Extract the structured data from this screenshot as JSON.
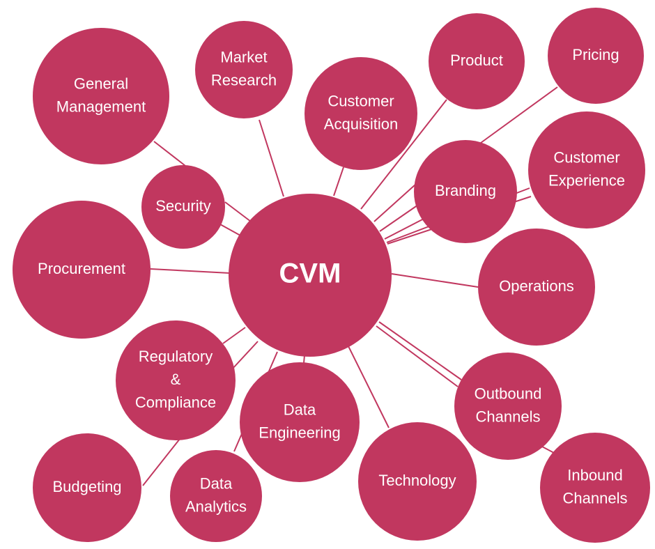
{
  "diagram": {
    "title": "",
    "center": {
      "id": "cvm",
      "lines": [
        "CVM"
      ]
    },
    "nodes": [
      {
        "id": "general-management",
        "lines": [
          "General",
          "Management"
        ]
      },
      {
        "id": "market-research",
        "lines": [
          "Market",
          "Research"
        ]
      },
      {
        "id": "customer-acquisition",
        "lines": [
          "Customer",
          "Acquisition"
        ]
      },
      {
        "id": "product",
        "lines": [
          "Product"
        ]
      },
      {
        "id": "pricing",
        "lines": [
          "Pricing"
        ]
      },
      {
        "id": "security",
        "lines": [
          "Security"
        ]
      },
      {
        "id": "branding",
        "lines": [
          "Branding"
        ]
      },
      {
        "id": "customer-experience",
        "lines": [
          "Customer",
          "Experience"
        ]
      },
      {
        "id": "procurement",
        "lines": [
          "Procurement"
        ]
      },
      {
        "id": "operations",
        "lines": [
          "Operations"
        ]
      },
      {
        "id": "regulatory-compliance",
        "lines": [
          "Regulatory",
          "&",
          "Compliance"
        ]
      },
      {
        "id": "data-engineering",
        "lines": [
          "Data",
          "Engineering"
        ]
      },
      {
        "id": "outbound-channels",
        "lines": [
          "Outbound",
          "Channels"
        ]
      },
      {
        "id": "technology",
        "lines": [
          "Technology"
        ]
      },
      {
        "id": "budgeting",
        "lines": [
          "Budgeting"
        ]
      },
      {
        "id": "data-analytics",
        "lines": [
          "Data",
          "Analytics"
        ]
      },
      {
        "id": "inbound-channels",
        "lines": [
          "Inbound",
          "Channels"
        ]
      }
    ],
    "connections": [
      [
        "general-management",
        "security"
      ],
      [
        "security",
        "cvm"
      ],
      [
        "security",
        "cvm"
      ],
      [
        "market-research",
        "cvm"
      ],
      [
        "customer-acquisition",
        "cvm"
      ],
      [
        "product",
        "cvm"
      ],
      [
        "pricing",
        "branding"
      ],
      [
        "branding",
        "cvm"
      ],
      [
        "branding",
        "cvm"
      ],
      [
        "branding",
        "cvm"
      ],
      [
        "customer-experience",
        "cvm"
      ],
      [
        "customer-experience",
        "cvm"
      ],
      [
        "procurement",
        "cvm"
      ],
      [
        "operations",
        "cvm"
      ],
      [
        "regulatory-compliance",
        "cvm"
      ],
      [
        "regulatory-compliance",
        "cvm"
      ],
      [
        "regulatory-compliance",
        "budgeting"
      ],
      [
        "data-engineering",
        "cvm"
      ],
      [
        "data-analytics",
        "cvm"
      ],
      [
        "technology",
        "cvm"
      ],
      [
        "outbound-channels",
        "cvm"
      ],
      [
        "outbound-channels",
        "cvm"
      ],
      [
        "outbound-channels",
        "inbound-channels"
      ]
    ],
    "colors": {
      "node_fill": "#c1375f",
      "line": "#c1375f",
      "text": "#ffffff",
      "background": "#ffffff"
    }
  }
}
